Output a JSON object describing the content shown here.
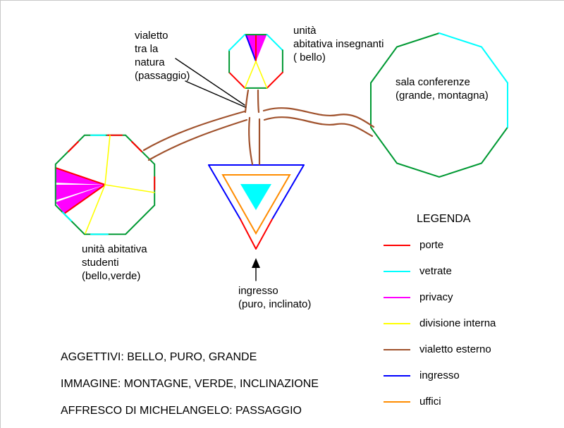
{
  "colors": {
    "porte": "#ff0000",
    "vetrate": "#00ffff",
    "privacy": "#ff00ff",
    "divisione_interna": "#ffff00",
    "vialetto_esterno": "#a0522d",
    "ingresso": "#0000ff",
    "uffici": "#ff8c00",
    "verde": "#009933"
  },
  "labels": {
    "vialetto": "vialetto\ntra la\nnatura\n(passaggio)",
    "insegnanti": "unità\nabitativa insegnanti\n( bello)",
    "sala_conferenze": "sala conferenze\n(grande, montagna)",
    "studenti": "unità abitativa\nstudenti\n(bello,verde)",
    "ingresso": "ingresso\n(puro, inclinato)"
  },
  "legend": {
    "title": "LEGENDA",
    "items": [
      {
        "label": "porte",
        "color": "#ff0000"
      },
      {
        "label": "vetrate",
        "color": "#00ffff"
      },
      {
        "label": "privacy",
        "color": "#ff00ff"
      },
      {
        "label": "divisione interna",
        "color": "#ffff00"
      },
      {
        "label": "vialetto esterno",
        "color": "#a0522d"
      },
      {
        "label": "ingresso",
        "color": "#0000ff"
      },
      {
        "label": "uffici",
        "color": "#ff8c00"
      }
    ]
  },
  "notes": [
    "AGGETTIVI: BELLO, PURO, GRANDE",
    "IMMAGINE: MONTAGNE, VERDE, INCLINAZIONE",
    "AFFRESCO DI MICHELANGELO: PASSAGGIO"
  ]
}
